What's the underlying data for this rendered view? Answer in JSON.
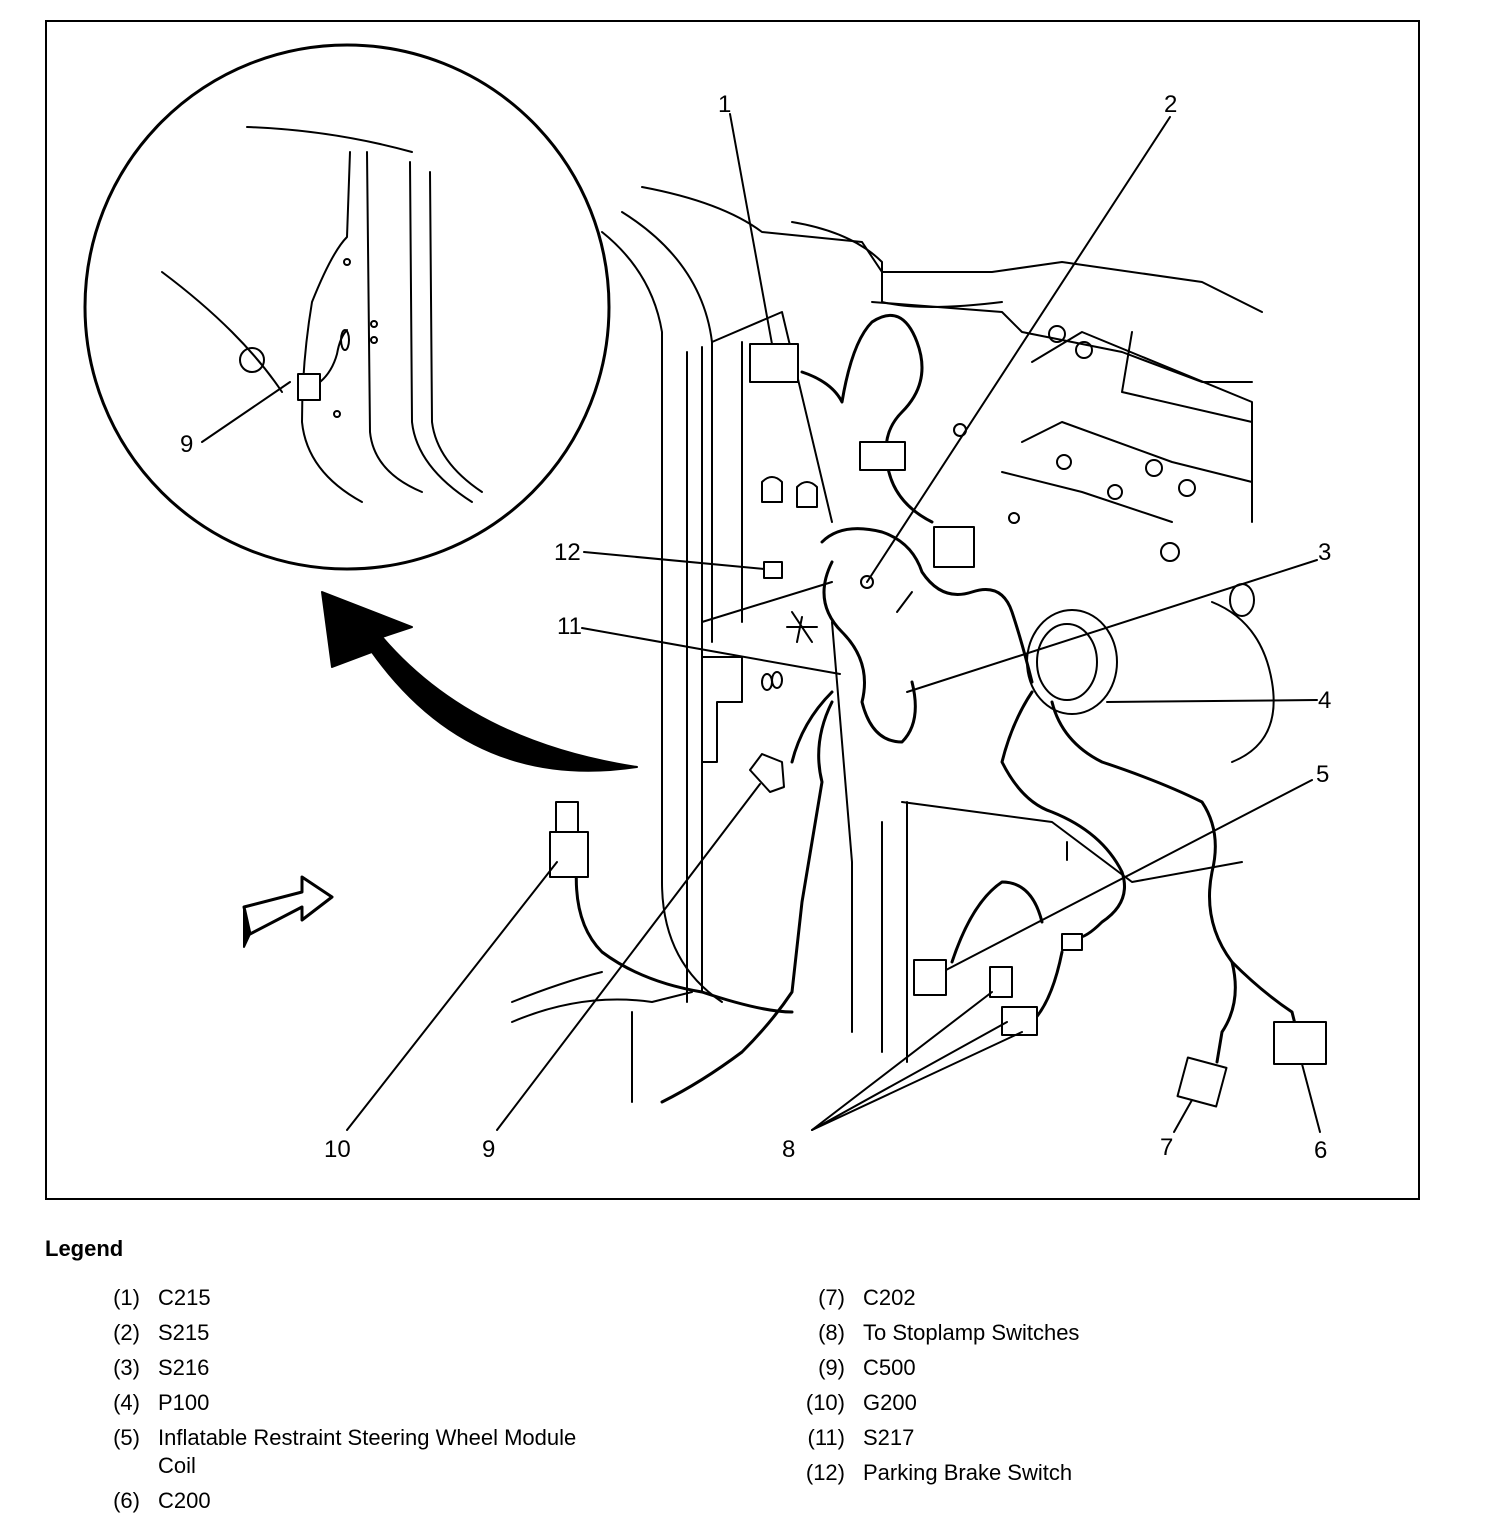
{
  "callouts": [
    "1",
    "2",
    "3",
    "4",
    "5",
    "6",
    "7",
    "8",
    "9",
    "10",
    "11",
    "12",
    "9"
  ],
  "legend": {
    "title": "Legend",
    "left": [
      {
        "num": "(1)",
        "label": "C215"
      },
      {
        "num": "(2)",
        "label": "S215"
      },
      {
        "num": "(3)",
        "label": "S216"
      },
      {
        "num": "(4)",
        "label": "P100"
      },
      {
        "num": "(5)",
        "label": "Inflatable Restraint Steering Wheel Module Coil"
      },
      {
        "num": "(6)",
        "label": "C200"
      }
    ],
    "right": [
      {
        "num": "(7)",
        "label": "C202"
      },
      {
        "num": "(8)",
        "label": "To Stoplamp Switches"
      },
      {
        "num": "(9)",
        "label": "C500"
      },
      {
        "num": "(10)",
        "label": "G200"
      },
      {
        "num": "(11)",
        "label": "S217"
      },
      {
        "num": "(12)",
        "label": "Parking Brake Switch"
      }
    ]
  }
}
